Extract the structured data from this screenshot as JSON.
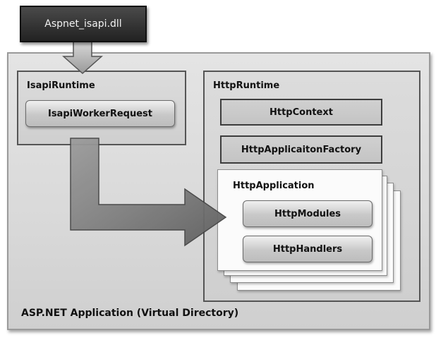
{
  "dll": {
    "label": "Aspnet_isapi.dll"
  },
  "application": {
    "label": "ASP.NET Application (Virtual Directory)"
  },
  "isapi_runtime": {
    "title": "IsapiRuntime",
    "worker_request": "IsapiWorkerRequest"
  },
  "http_runtime": {
    "title": "HttpRuntime",
    "context": "HttpContext",
    "factory": "HttpApplicaitonFactory",
    "http_application": {
      "title": "HttpApplication",
      "modules": "HttpModules",
      "handlers": "HttpHandlers"
    }
  }
}
